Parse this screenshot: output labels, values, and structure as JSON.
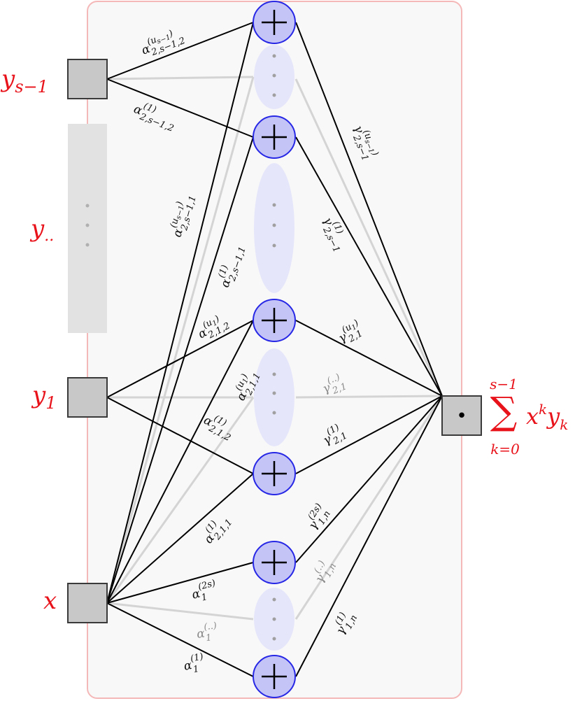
{
  "inputs": {
    "ys1": {
      "base": "y",
      "sub": "s−1"
    },
    "ydots": {
      "base": "y",
      "sub": ".."
    },
    "y1": {
      "base": "y",
      "sub": "1"
    },
    "x": {
      "base": "x"
    }
  },
  "output": {
    "symbol": "•",
    "sum_top": "s−1",
    "sum_sign": "∑",
    "sum_bottom": "k=0",
    "term_x": "x",
    "term_k": "k",
    "term_y": "y",
    "term_sub": "k"
  },
  "adder_symbol": "+",
  "weights": {
    "a_s1_us": {
      "base": "α",
      "sup": "(u",
      "sup_sub": "s−1",
      "sup_end": ")",
      "sub": "2,s−1,2"
    },
    "a_s1_1": {
      "base": "α",
      "sup": "(1)",
      "sub": "2,s−1,2"
    },
    "g_s1_us": {
      "base": "γ",
      "sup": "(u",
      "sup_sub": "s−1",
      "sup_end": ")",
      "sub": "2,s−1"
    },
    "a_s11_us": {
      "base": "α",
      "sup": "(u",
      "sup_sub": "s−1",
      "sup_end": ")",
      "sub": "2,s−1,1"
    },
    "a_s11_1": {
      "base": "α",
      "sup": "(1)",
      "sub": "2,s−1,1"
    },
    "g_s1_1": {
      "base": "γ",
      "sup": "(1)",
      "sub": "2,s−1"
    },
    "a_12_u1": {
      "base": "α",
      "sup": "(u",
      "sup_sub": "1",
      "sup_end": ")",
      "sub": "2,1,2"
    },
    "a_11_u1": {
      "base": "α",
      "sup": "(u",
      "sup_sub": "1",
      "sup_end": ")",
      "sub": "2,1,1"
    },
    "g_21_u1": {
      "base": "γ",
      "sup": "(u",
      "sup_sub": "1",
      "sup_end": ")",
      "sub": "2,1"
    },
    "g_21_dots": {
      "base": "γ",
      "sup": "(..)",
      "sub": "2,1"
    },
    "a_12_1": {
      "base": "α",
      "sup": "(1)",
      "sub": "2,1,2"
    },
    "g_21_1": {
      "base": "γ",
      "sup": "(1)",
      "sub": "2,1"
    },
    "a_11_1": {
      "base": "α",
      "sup": "(1)",
      "sub": "2,1,1"
    },
    "g_1n_2s": {
      "base": "γ",
      "sup": "(2s)",
      "sub": "1,n"
    },
    "g_1n_dots": {
      "base": "γ",
      "sup": "(..)",
      "sub": "1,n"
    },
    "a_1_2s": {
      "base": "α",
      "sup": "(2s)",
      "sub": "1"
    },
    "a_1_dots": {
      "base": "α",
      "sup": "(..)",
      "sub": "1"
    },
    "g_1n_1": {
      "base": "γ",
      "sup": "(1)",
      "sub": "1,n"
    },
    "a_1_1": {
      "base": "α",
      "sup": "(1)",
      "sub": "1"
    }
  },
  "colors": {
    "input_label": "#e8121a",
    "adder_fill": "#c4c4f7",
    "adder_stroke": "#2727e6",
    "frame_stroke": "#f5b8b8",
    "frame_fill": "#f8f8f8",
    "node_fill": "#c8c8c8",
    "faint_edge": "#d4d4d4",
    "ellipse_fill": "#e6e6fb"
  }
}
